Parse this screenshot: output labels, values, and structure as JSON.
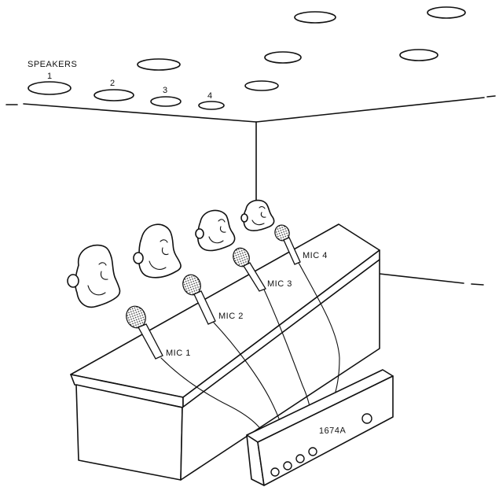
{
  "speakers": {
    "title": "SPEAKERS",
    "numbers": [
      "1",
      "2",
      "3",
      "4"
    ]
  },
  "mics": [
    "MIC 1",
    "MIC 2",
    "MIC 3",
    "MIC 4"
  ],
  "mixer": {
    "model": "1674A"
  }
}
